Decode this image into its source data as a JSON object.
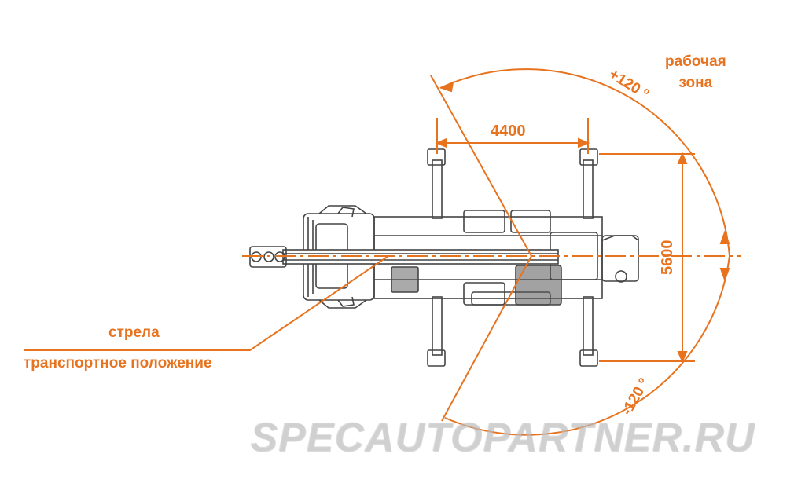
{
  "labels": {
    "work_zone_line1": "рабочая",
    "work_zone_line2": "зона",
    "width": "4400",
    "length": "5600",
    "angle_plus": "+120 º",
    "angle_minus": "-120 º",
    "boom": "стрела",
    "transport": "транспортное положение"
  },
  "watermark": "SPECAUTOPARTNER.RU",
  "colors": {
    "accent": "#e8731f",
    "drawing": "#444444",
    "background": "#ffffff"
  }
}
